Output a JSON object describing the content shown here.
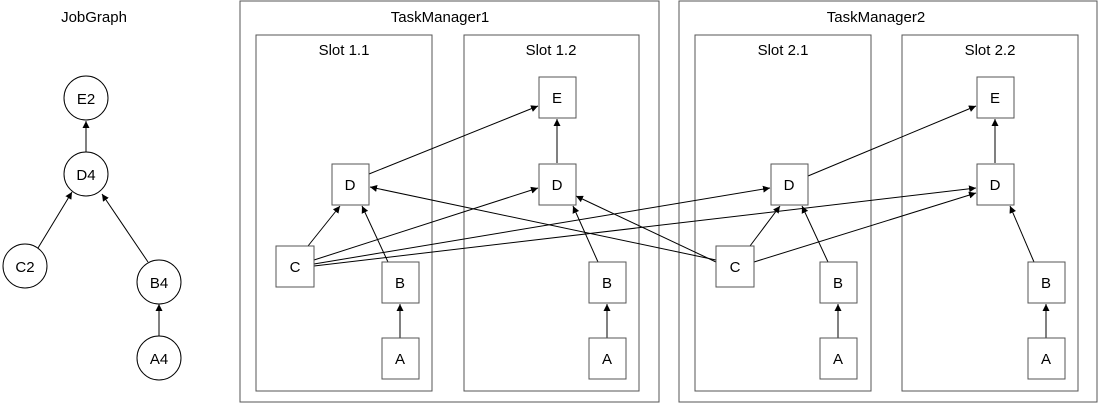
{
  "jobgraph": {
    "title": "JobGraph",
    "nodes": {
      "e2": "E2",
      "d4": "D4",
      "c2": "C2",
      "b4": "B4",
      "a4": "A4"
    }
  },
  "taskmanagers": [
    {
      "title": "TaskManager1",
      "slots": [
        {
          "title": "Slot 1.1",
          "tasks": {
            "d": "D",
            "c": "C",
            "b": "B",
            "a": "A"
          }
        },
        {
          "title": "Slot 1.2",
          "tasks": {
            "e": "E",
            "d": "D",
            "b": "B",
            "a": "A"
          }
        }
      ]
    },
    {
      "title": "TaskManager2",
      "slots": [
        {
          "title": "Slot 2.1",
          "tasks": {
            "d": "D",
            "c": "C",
            "b": "B",
            "a": "A"
          }
        },
        {
          "title": "Slot 2.2",
          "tasks": {
            "e": "E",
            "d": "D",
            "b": "B",
            "a": "A"
          }
        }
      ]
    }
  ]
}
